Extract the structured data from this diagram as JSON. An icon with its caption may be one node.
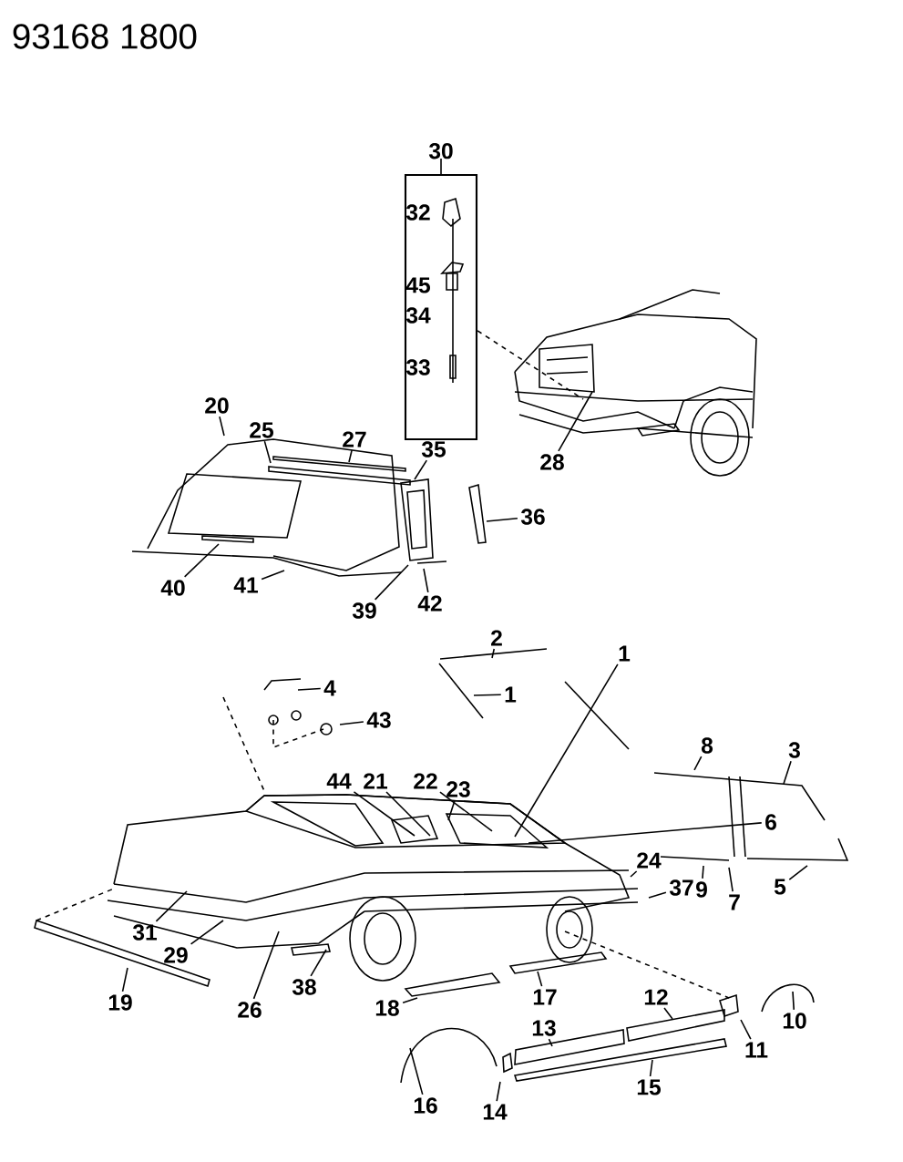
{
  "diagram": {
    "nodes": [
      {
        "text": [
          "30"
        ]
      },
      {
        "text": [
          "32"
        ],
        "in": 0
      },
      {
        "text": [
          "45"
        ],
        "in": 0
      },
      {
        "text": [
          "34"
        ],
        "in": 0
      },
      {
        "text": [
          "33"
        ],
        "in": 0
      },
      {
        "text": [
          "25"
        ]
      },
      {
        "text": [
          "27"
        ]
      },
      {
        "text": [
          "20"
        ]
      },
      {
        "text": [
          "35"
        ]
      },
      {
        "text": [
          "28"
        ]
      },
      {
        "text": [
          "36"
        ]
      },
      {
        "text": [
          "40"
        ]
      },
      {
        "text": [
          "41"
        ]
      },
      {
        "text": [
          "39"
        ]
      },
      {
        "text": [
          "42"
        ]
      },
      {
        "text": [
          "2"
        ]
      },
      {
        "text": [
          "1"
        ]
      },
      {
        "text": [
          "4"
        ]
      },
      {
        "text": [
          "1"
        ]
      },
      {
        "text": [
          "43"
        ]
      },
      {
        "text": [
          "8"
        ]
      },
      {
        "text": [
          "3"
        ]
      },
      {
        "text": [
          "44"
        ]
      },
      {
        "text": [
          "21"
        ]
      },
      {
        "text": [
          "22"
        ]
      },
      {
        "text": [
          "23"
        ]
      },
      {
        "text": [
          "6"
        ]
      },
      {
        "text": [
          "24"
        ]
      },
      {
        "text": [
          "37"
        ]
      },
      {
        "text": [
          "9"
        ]
      },
      {
        "text": [
          "7"
        ]
      },
      {
        "text": [
          "5"
        ]
      },
      {
        "text": [
          "31"
        ]
      },
      {
        "text": [
          "29"
        ]
      },
      {
        "text": [
          "19"
        ]
      },
      {
        "text": [
          "26"
        ]
      },
      {
        "text": [
          "38"
        ]
      },
      {
        "text": [
          "17"
        ]
      },
      {
        "text": [
          "18"
        ]
      },
      {
        "text": [
          "12"
        ]
      },
      {
        "text": [
          "10"
        ]
      },
      {
        "text": [
          "13"
        ]
      },
      {
        "text": [
          "11"
        ]
      },
      {
        "text": [
          "16"
        ]
      },
      {
        "text": [
          "14"
        ]
      },
      {
        "text": [
          "15"
        ]
      }
    ],
    "edges": [
      {
        "from": 0,
        "to": null,
        "arrow": "none",
        "style": "dashed"
      },
      {
        "from": 5,
        "to": null,
        "arrow": "none"
      },
      {
        "from": 6,
        "to": null,
        "arrow": "none"
      },
      {
        "from": 7,
        "to": null,
        "arrow": "none"
      },
      {
        "from": 8,
        "to": null,
        "arrow": "none"
      },
      {
        "from": 9,
        "to": null,
        "arrow": "none"
      },
      {
        "from": 10,
        "to": null,
        "arrow": "none"
      },
      {
        "from": 11,
        "to": null,
        "arrow": "none"
      },
      {
        "from": 12,
        "to": null,
        "arrow": "none"
      },
      {
        "from": 13,
        "to": null,
        "arrow": "none"
      },
      {
        "from": 14,
        "to": null,
        "arrow": "none"
      },
      {
        "from": 15,
        "to": null,
        "arrow": "none"
      },
      {
        "from": 16,
        "to": null,
        "arrow": "none"
      },
      {
        "from": 17,
        "to": null,
        "arrow": "none"
      },
      {
        "from": 18,
        "to": null,
        "arrow": "none"
      },
      {
        "from": 19,
        "to": null,
        "arrow": "none"
      },
      {
        "from": 20,
        "to": null,
        "arrow": "none"
      },
      {
        "from": 21,
        "to": null,
        "arrow": "none"
      },
      {
        "from": 22,
        "to": null,
        "arrow": "none"
      },
      {
        "from": 23,
        "to": null,
        "arrow": "none"
      },
      {
        "from": 24,
        "to": null,
        "arrow": "none"
      },
      {
        "from": 25,
        "to": null,
        "arrow": "none"
      },
      {
        "from": 26,
        "to": null,
        "arrow": "none"
      },
      {
        "from": 27,
        "to": null,
        "arrow": "none"
      },
      {
        "from": 28,
        "to": null,
        "arrow": "none"
      },
      {
        "from": 29,
        "to": null,
        "arrow": "none"
      },
      {
        "from": 30,
        "to": null,
        "arrow": "none"
      },
      {
        "from": 31,
        "to": null,
        "arrow": "none"
      },
      {
        "from": 32,
        "to": null,
        "arrow": "none"
      },
      {
        "from": 33,
        "to": null,
        "arrow": "none"
      },
      {
        "from": 34,
        "to": null,
        "arrow": "none"
      },
      {
        "from": 35,
        "to": null,
        "arrow": "none"
      },
      {
        "from": 36,
        "to": null,
        "arrow": "none"
      },
      {
        "from": 37,
        "to": null,
        "arrow": "none"
      },
      {
        "from": 38,
        "to": null,
        "arrow": "none"
      },
      {
        "from": 39,
        "to": null,
        "arrow": "none"
      },
      {
        "from": 40,
        "to": null,
        "arrow": "none"
      },
      {
        "from": 41,
        "to": null,
        "arrow": "none"
      },
      {
        "from": 42,
        "to": null,
        "arrow": "none"
      },
      {
        "from": 43,
        "to": null,
        "arrow": "none"
      },
      {
        "from": 44,
        "to": null,
        "arrow": "none"
      },
      {
        "from": 45,
        "to": null,
        "arrow": "none"
      }
    ],
    "labels": [
      "93168 1800"
    ]
  }
}
